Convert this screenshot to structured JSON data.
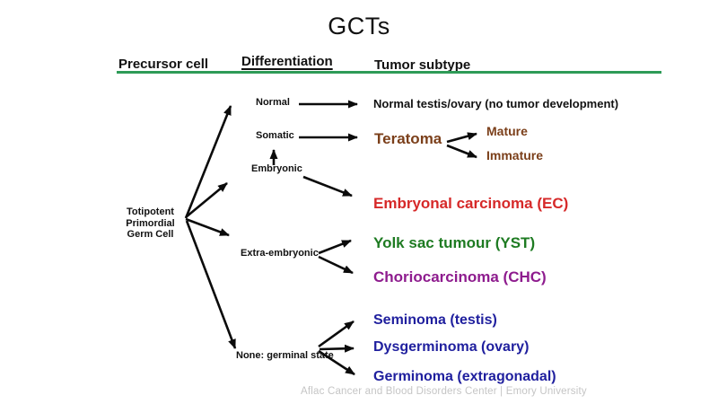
{
  "title": "GCTs",
  "headers": {
    "precursor": "Precursor cell",
    "differentiation": "Differentiation",
    "tumor_subtype": "Tumor subtype"
  },
  "precursor_cell": {
    "line1": "Totipotent",
    "line2": "Primordial",
    "line3": "Germ Cell"
  },
  "differentiation_labels": {
    "normal": "Normal",
    "somatic": "Somatic",
    "embryonic": "Embryonic",
    "extra_embryonic": "Extra-embryonic",
    "none_germinal": "None: germinal state"
  },
  "tumor_subtypes": {
    "normal_outcome": "Normal testis/ovary (no tumor development)",
    "teratoma": "Teratoma",
    "teratoma_mature": "Mature",
    "teratoma_immature": "Immature",
    "embryonal_carcinoma": "Embryonal carcinoma (EC)",
    "yolk_sac": "Yolk sac tumour (YST)",
    "choriocarcinoma": "Choriocarcinoma (CHC)",
    "seminoma": "Seminoma (testis)",
    "dysgerminoma": "Dysgerminoma (ovary)",
    "germinoma": "Germinoma (extragonadal)"
  },
  "footer": "Aflac Cancer and Blood Disorders Center | Emory University",
  "colors": {
    "rule_green": "#2E9B57",
    "teratoma_brown": "#7B3F1A",
    "carcinoma_red": "#D62929",
    "yolk_green": "#1E7B22",
    "chorio_purple": "#8E1C8E",
    "germ_blue": "#1F1F9E",
    "watermark_gray": "#C5C5C5",
    "text_black": "#111111"
  }
}
